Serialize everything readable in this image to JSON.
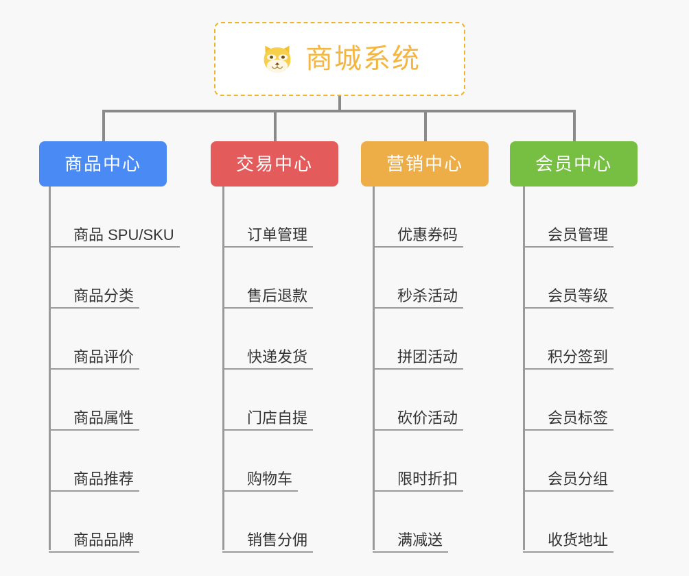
{
  "diagram": {
    "background_color": "#f8f8f8",
    "root": {
      "title": "商城系统",
      "icon": "shiba-dog-face-emoji",
      "title_color": "#f4b63f",
      "border_color": "#f0b429"
    },
    "connector_color": "#8a8a8a",
    "categories": [
      {
        "label": "商品中心",
        "color": "#4a8af4",
        "items": [
          "商品 SPU/SKU",
          "商品分类",
          "商品评价",
          "商品属性",
          "商品推荐",
          "商品品牌"
        ]
      },
      {
        "label": "交易中心",
        "color": "#e35b5b",
        "items": [
          "订单管理",
          "售后退款",
          "快递发货",
          "门店自提",
          "购物车",
          "销售分佣"
        ]
      },
      {
        "label": "营销中心",
        "color": "#eeae47",
        "items": [
          "优惠券码",
          "秒杀活动",
          "拼团活动",
          "砍价活动",
          "限时折扣",
          "满减送"
        ]
      },
      {
        "label": "会员中心",
        "color": "#76bf43",
        "items": [
          "会员管理",
          "会员等级",
          "积分签到",
          "会员标签",
          "会员分组",
          "收货地址"
        ]
      }
    ]
  }
}
